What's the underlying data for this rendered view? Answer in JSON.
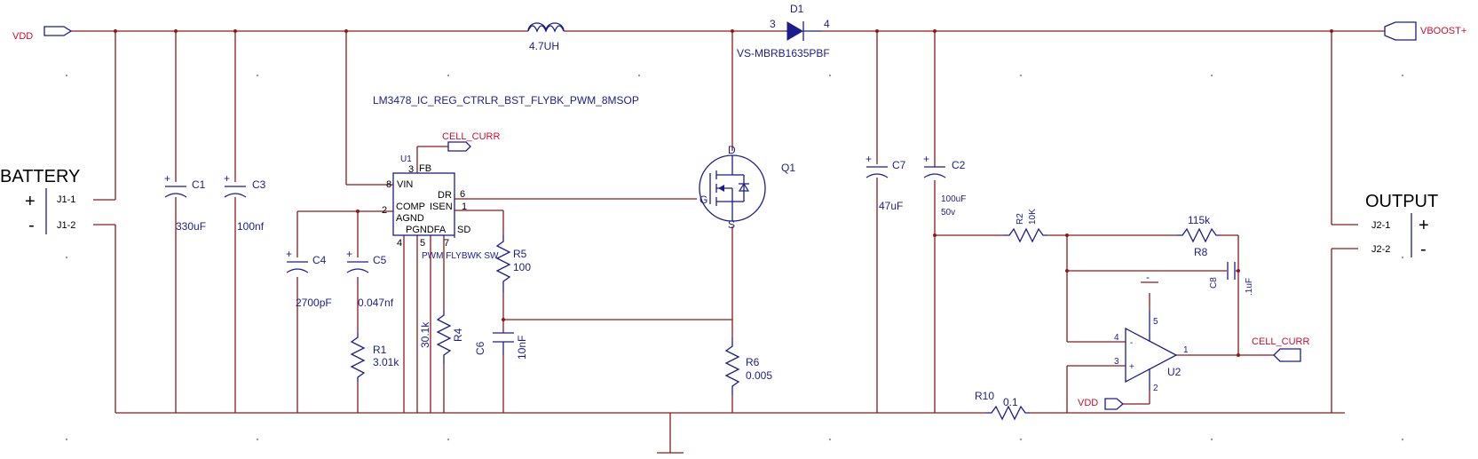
{
  "nets": {
    "vdd_left": "VDD",
    "vboost": "VBOOST+",
    "cell_curr_top": "CELL_CURR",
    "cell_curr_right": "CELL_CURR",
    "vdd_opamp": "VDD"
  },
  "connectors": {
    "battery": {
      "title": "BATTERY",
      "pin1": "J1-1",
      "pin2": "J1-2",
      "plus": "+",
      "minus": "-"
    },
    "output": {
      "title": "OUTPUT",
      "pin1": "J2-1",
      "pin2": "J2-2",
      "plus": "+",
      "minus": "-"
    }
  },
  "inductor": {
    "value": "4.7UH"
  },
  "diode": {
    "ref": "D1",
    "pin_a": "3",
    "pin_k": "4",
    "part": "VS-MBRB1635PBF"
  },
  "ic": {
    "part": "LM3478_IC_REG_CTRLR_BST_FLYBK_PWM_8MSOP",
    "ref": "U1",
    "pins": {
      "fb": "FB",
      "fb_num": "3",
      "vin": "VIN",
      "vin_num": "8",
      "comp": "COMP",
      "comp_num": "2",
      "agnd": "AGND",
      "dr": "DR",
      "dr_num": "6",
      "isen": "ISEN",
      "isen_num": "1",
      "pgnd": "PGNDFA",
      "sd": "SD",
      "n4": "4",
      "n5": "5",
      "n7": "7"
    },
    "note": "PWM  FLYBWK SW"
  },
  "mosfet": {
    "ref": "Q1",
    "d": "D",
    "g": "G",
    "s": "S"
  },
  "capacitors": {
    "c1": {
      "ref": "C1",
      "value": "330uF"
    },
    "c3": {
      "ref": "C3",
      "value": "100nf"
    },
    "c4": {
      "ref": "C4",
      "value": "2700pF"
    },
    "c5": {
      "ref": "C5",
      "value": "0.047nf"
    },
    "c6": {
      "ref": "C6",
      "value": "10nF"
    },
    "c7": {
      "ref": "C7",
      "value": "47uF"
    },
    "c2": {
      "ref": "C2",
      "value": "100uF",
      "voltage": "50v"
    },
    "c8": {
      "ref": "C8",
      "value": ".1uF"
    }
  },
  "resistors": {
    "r1": {
      "ref": "R1",
      "value": "3.01k"
    },
    "r4": {
      "ref": "R4",
      "value": "30.1k"
    },
    "r5": {
      "ref": "R5",
      "value": "100"
    },
    "r6": {
      "ref": "R6",
      "value": "0.005"
    },
    "r2": {
      "ref": "R2",
      "value": "10K"
    },
    "r8": {
      "ref": "R8",
      "value": "115k"
    },
    "r10": {
      "ref": "R10",
      "value": "0.1"
    }
  },
  "opamp": {
    "ref": "U2",
    "pin_inv": "4",
    "pin_noninv": "3",
    "pin_out": "1",
    "pin_vneg": "2",
    "pin_vpos": "5",
    "inv_sign": "-",
    "noninv_sign": "+",
    "gnd_sign": "-"
  }
}
